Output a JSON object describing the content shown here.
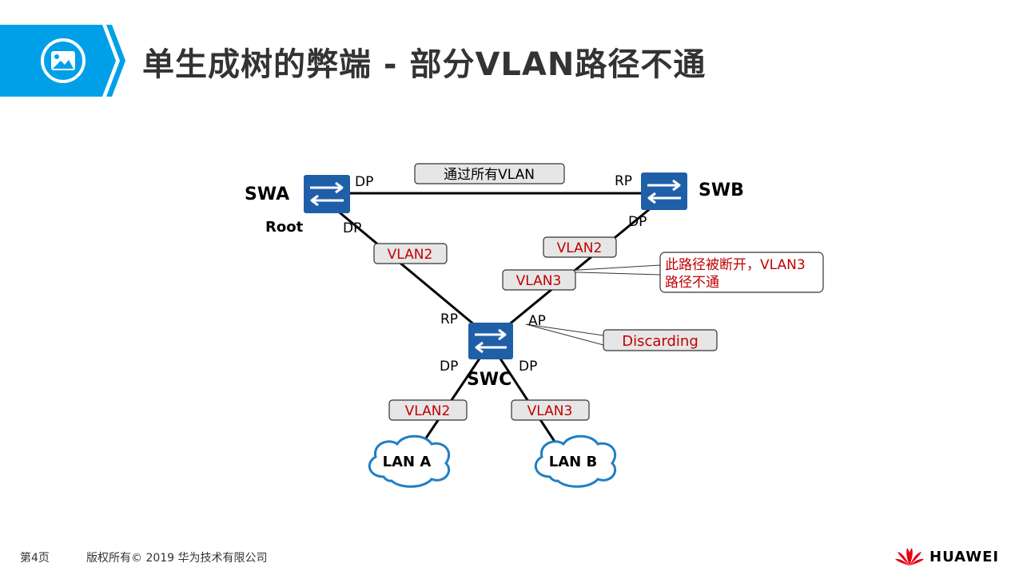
{
  "header": {
    "title": "单生成树的弊端 - 部分VLAN路径不通",
    "icon": "image-icon",
    "accent_color": "#00a0e9"
  },
  "diagram": {
    "switches": {
      "swa": "SWA",
      "swa_role": "Root",
      "swb": "SWB",
      "swc": "SWC"
    },
    "ports": {
      "swa_right": "DP",
      "swa_down": "DP",
      "swb_left": "RP",
      "swb_down": "DP",
      "swc_left": "RP",
      "swc_right": "AP",
      "swc_down_left": "DP",
      "swc_down_right": "DP"
    },
    "link_labels": {
      "top": "通过所有VLAN",
      "swa_swc": "VLAN2",
      "swb_swc_vlan2": "VLAN2",
      "swb_swc_vlan3": "VLAN3",
      "lan_a_link": "VLAN2",
      "lan_b_link": "VLAN3"
    },
    "callouts": {
      "broken_line1": "此路径被断开，VLAN3",
      "broken_line2": "路径不通",
      "discarding": "Discarding"
    },
    "clouds": {
      "lan_a": "LAN A",
      "lan_b": "LAN B"
    },
    "colors": {
      "switch_fill": "#1f5fa8",
      "vlan_text": "#c00000",
      "label_fill": "#e6e6e6"
    }
  },
  "footer": {
    "page": "第4页",
    "copyright": "版权所有© 2019 华为技术有限公司",
    "brand": "HUAWEI"
  }
}
